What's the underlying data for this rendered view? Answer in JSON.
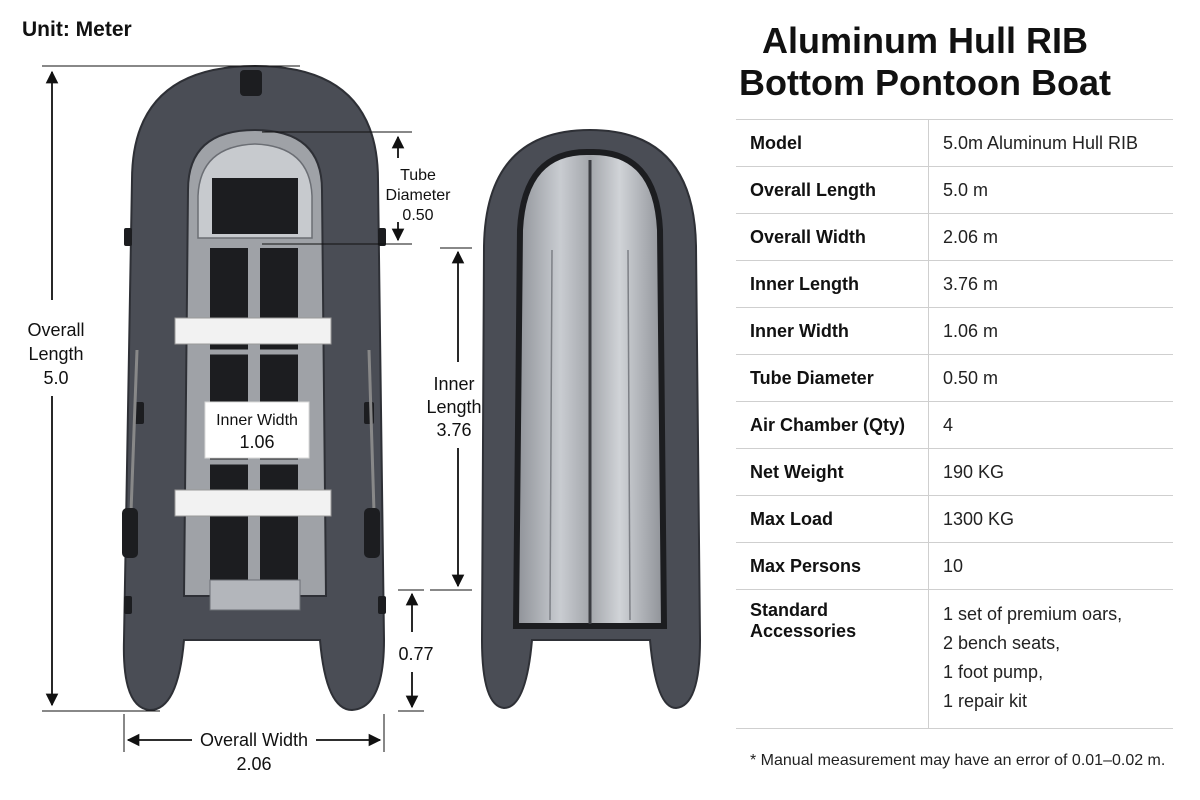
{
  "unit_label": "Unit: Meter",
  "title": {
    "line1": "Aluminum Hull RIB",
    "line2": "Bottom Pontoon Boat"
  },
  "diagram": {
    "overall_length": {
      "label_line1": "Overall",
      "label_line2": "Length",
      "value": "5.0"
    },
    "tube_diameter": {
      "label_line1": "Tube",
      "label_line2": "Diameter",
      "value": "0.50"
    },
    "inner_length": {
      "label_line1": "Inner",
      "label_line2": "Length",
      "value": "3.76"
    },
    "inner_width": {
      "label": "Inner Width",
      "value": "1.06"
    },
    "overall_width": {
      "label": "Overall Width",
      "value": "2.06"
    },
    "stern_extension": {
      "value": "0.77"
    }
  },
  "specs": [
    {
      "key": "Model",
      "value": "5.0m Aluminum Hull RIB"
    },
    {
      "key": "Overall Length",
      "value": "5.0 m"
    },
    {
      "key": "Overall Width",
      "value": "2.06 m"
    },
    {
      "key": "Inner Length",
      "value": "3.76 m"
    },
    {
      "key": "Inner Width",
      "value": "1.06 m"
    },
    {
      "key": "Tube Diameter",
      "value": "0.50 m"
    },
    {
      "key": "Air Chamber (Qty)",
      "value": "4"
    },
    {
      "key": "Net Weight",
      "value": "190 KG"
    },
    {
      "key": "Max Load",
      "value": "1300 KG"
    },
    {
      "key": "Max Persons",
      "value": "10"
    }
  ],
  "accessories": {
    "key": "Standard Accessories",
    "items": [
      "1 set of premium oars,",
      "2 bench seats,",
      "1 foot pump,",
      "1 repair kit"
    ]
  },
  "note": "*  Manual measurement may have an error of 0.01–0.02 m.",
  "colors": {
    "tube": "#4a4d55",
    "tube_dark": "#2e3036",
    "hull": "#b9bcc1",
    "deck": "#1c1d20"
  }
}
